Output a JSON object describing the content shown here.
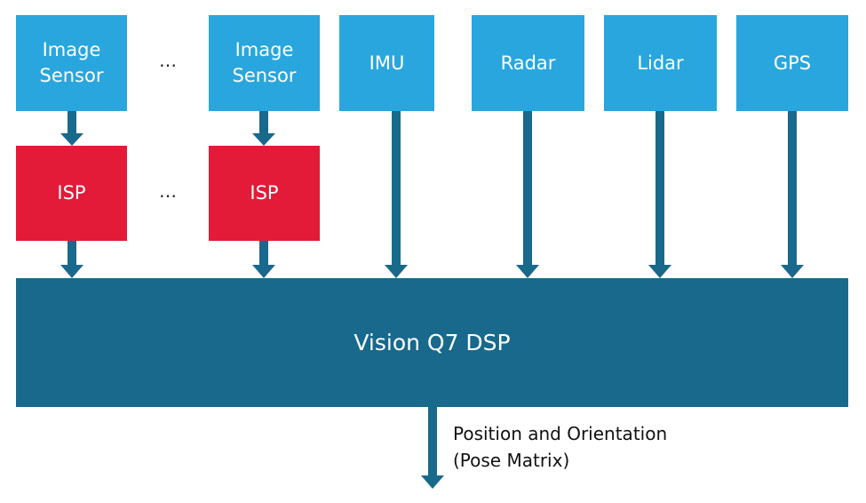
{
  "colors": {
    "sensor": "#29a6de",
    "isp": "#e31a38",
    "dsp": "#18698c",
    "arrow": "#18698c"
  },
  "inputs": [
    {
      "label": "Image\nSensor",
      "line1": "Image",
      "line2": "Sensor"
    },
    {
      "label": "Image\nSensor",
      "line1": "Image",
      "line2": "Sensor"
    },
    {
      "label": "IMU"
    },
    {
      "label": "Radar"
    },
    {
      "label": "Lidar"
    },
    {
      "label": "GPS"
    }
  ],
  "isps": [
    {
      "label": "ISP"
    },
    {
      "label": "ISP"
    }
  ],
  "ellipsis": "…",
  "dsp": {
    "label": "Vision Q7 DSP"
  },
  "output": {
    "line1": "Position and Orientation",
    "line2": "(Pose Matrix)"
  }
}
